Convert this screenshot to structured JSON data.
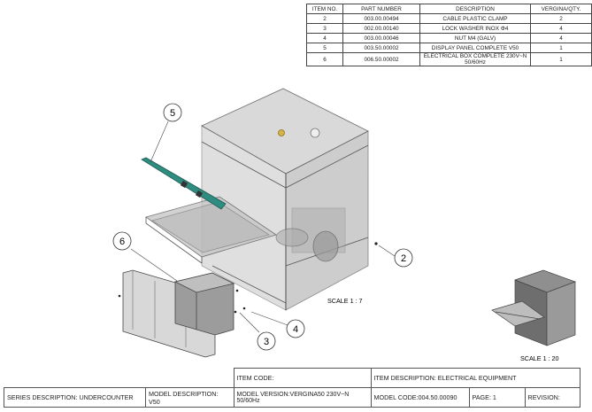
{
  "bom": {
    "headers": [
      "ITEM NO.",
      "PART NUMBER",
      "DESCRIPTION",
      "VERGINA/QTY."
    ],
    "rows": [
      [
        "2",
        "003.00.00494",
        "CABLE PLASTIC CLAMP",
        "2"
      ],
      [
        "3",
        "002.00.00140",
        "LOCK WASHER INOX Φ4",
        "4"
      ],
      [
        "4",
        "003.00.00046",
        "NUT M4 (GALV)",
        "4"
      ],
      [
        "5",
        "003.50.00002",
        "DISPLAY PANEL COMPLETE V50",
        "1"
      ],
      [
        "6",
        "006.50.00002",
        "ELECTRICAL BOX COMPLETE 230V~N 50/60Hz",
        "1"
      ]
    ]
  },
  "balloons": [
    "5",
    "6",
    "2",
    "3",
    "4"
  ],
  "scale_main": "SCALE 1 : 7",
  "scale_small": "SCALE 1 : 20",
  "title_block": {
    "item_code": "ITEM CODE:",
    "item_description": "ITEM DESCRIPTION: ELECTRICAL EQUIPMENT",
    "series_description": "SERIES DESCRIPTION: UNDERCOUNTER",
    "model_description": "MODEL DESCRIPTION: V50",
    "model_version": "MODEL VERSION:VERGINA50  230V~N 50/60Hz",
    "model_code": "MODEL CODE:004.50.00090",
    "page": "PAGE: 1",
    "revision": "REVISION:"
  }
}
